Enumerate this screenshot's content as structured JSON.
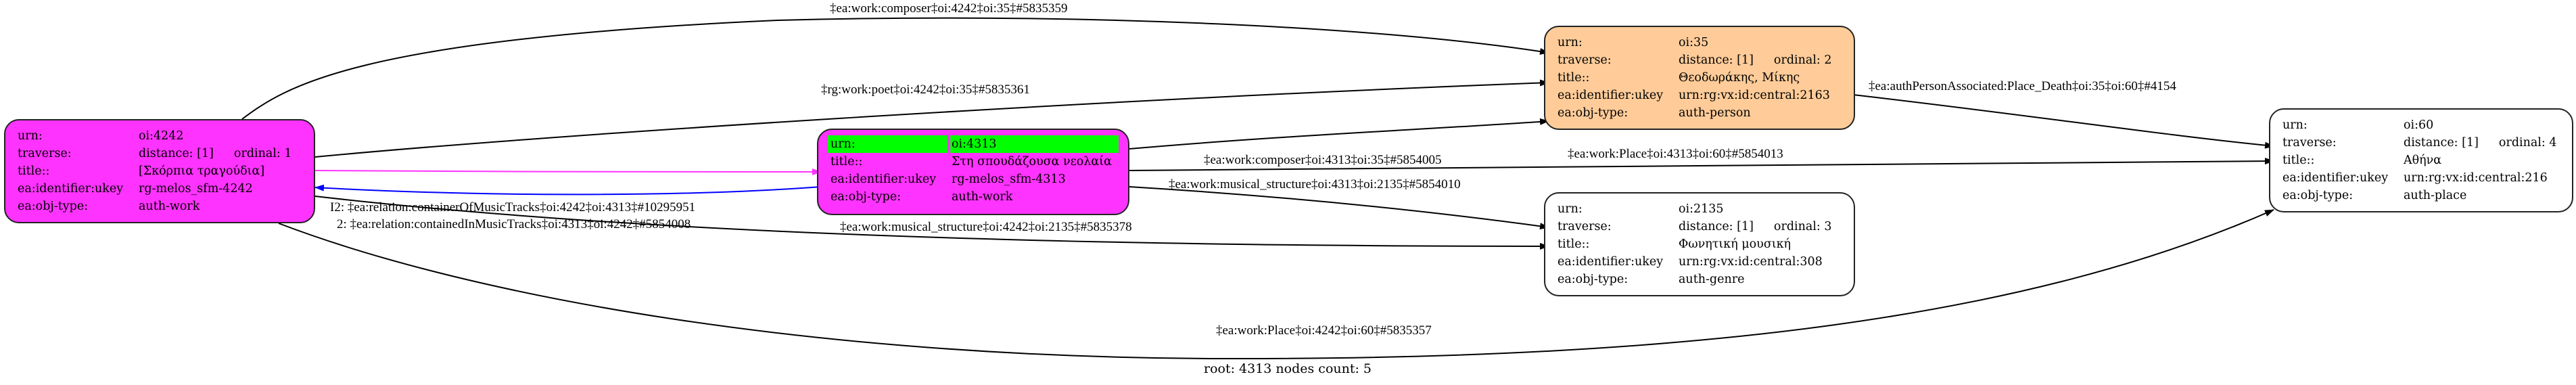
{
  "colors": {
    "work": "#ff33ff",
    "person": "#ffcc99",
    "plain": "#ffffff",
    "root_highlight": "#00ff00",
    "edge_default": "#000000",
    "edge_container": "#ff33ff",
    "edge_contained": "#0000ff"
  },
  "nodes": [
    {
      "id": "oi-4242",
      "rows": [
        {
          "key": "urn:",
          "value": "oi:4242"
        },
        {
          "key": "traverse:",
          "value": "distance: [1]",
          "extra": "ordinal: 1"
        },
        {
          "key": "title::",
          "value": "[Σκόρπια τραγούδια]"
        },
        {
          "key": "ea:identifier:ukey",
          "value": "rg-melos_sfm-4242"
        },
        {
          "key": "ea:obj-type:",
          "value": "auth-work"
        }
      ]
    },
    {
      "id": "oi-4313",
      "rows": [
        {
          "key": "urn:",
          "value": "oi:4313",
          "highlight": true
        },
        {
          "key": "title::",
          "value": "Στη σπουδάζουσα νεολαία"
        },
        {
          "key": "ea:identifier:ukey",
          "value": "rg-melos_sfm-4313"
        },
        {
          "key": "ea:obj-type:",
          "value": "auth-work"
        }
      ]
    },
    {
      "id": "oi-35",
      "rows": [
        {
          "key": "urn:",
          "value": "oi:35"
        },
        {
          "key": "traverse:",
          "value": "distance: [1]",
          "extra": "ordinal: 2"
        },
        {
          "key": "title::",
          "value": "Θεοδωράκης, Μίκης"
        },
        {
          "key": "ea:identifier:ukey",
          "value": "urn:rg:vx:id:central:2163"
        },
        {
          "key": "ea:obj-type:",
          "value": "auth-person"
        }
      ]
    },
    {
      "id": "oi-2135",
      "rows": [
        {
          "key": "urn:",
          "value": "oi:2135"
        },
        {
          "key": "traverse:",
          "value": "distance: [1]",
          "extra": "ordinal: 3"
        },
        {
          "key": "title::",
          "value": "Φωνητική μουσική"
        },
        {
          "key": "ea:identifier:ukey",
          "value": "urn:rg:vx:id:central:308"
        },
        {
          "key": "ea:obj-type:",
          "value": "auth-genre"
        }
      ]
    },
    {
      "id": "oi-60",
      "rows": [
        {
          "key": "urn:",
          "value": "oi:60"
        },
        {
          "key": "traverse:",
          "value": "distance: [1]",
          "extra": "ordinal: 4"
        },
        {
          "key": "title::",
          "value": "Αθήνα"
        },
        {
          "key": "ea:identifier:ukey",
          "value": "urn:rg:vx:id:central:216"
        },
        {
          "key": "ea:obj-type:",
          "value": "auth-place"
        }
      ]
    }
  ],
  "edges": [
    {
      "from": "oi-4242",
      "to": "oi-35",
      "label": "‡ea:work:composer‡oi:4242‡oi:35‡#5835359",
      "color": "edge_default"
    },
    {
      "from": "oi-4242",
      "to": "oi-35",
      "label": "‡rg:work:poet‡oi:4242‡oi:35‡#5835361",
      "color": "edge_default"
    },
    {
      "from": "oi-4313",
      "to": "oi-35",
      "label": "‡ea:work:composer‡oi:4313‡oi:35‡#5854005",
      "color": "edge_default"
    },
    {
      "from": "oi-4242",
      "to": "oi-4313",
      "label": "I2: ‡ea:relation:containerOfMusicTracks‡oi:4242‡oi:4313‡#10295951",
      "color": "edge_container"
    },
    {
      "from": "oi-4313",
      "to": "oi-4242",
      "label": "2: ‡ea:relation:containedInMusicTracks‡oi:4313‡oi:4242‡#5854008",
      "color": "edge_contained"
    },
    {
      "from": "oi-4313",
      "to": "oi-60",
      "label": "‡ea:work:Place‡oi:4313‡oi:60‡#5854013",
      "color": "edge_default"
    },
    {
      "from": "oi-4313",
      "to": "oi-2135",
      "label": "‡ea:work:musical_structure‡oi:4313‡oi:2135‡#5854010",
      "color": "edge_default"
    },
    {
      "from": "oi-4242",
      "to": "oi-2135",
      "label": "‡ea:work:musical_structure‡oi:4242‡oi:2135‡#5835378",
      "color": "edge_default"
    },
    {
      "from": "oi-35",
      "to": "oi-60",
      "label": "‡ea:authPersonAssociated:Place_Death‡oi:35‡oi:60‡#4154",
      "color": "edge_default"
    },
    {
      "from": "oi-4242",
      "to": "oi-60",
      "label": "‡ea:work:Place‡oi:4242‡oi:60‡#5835357",
      "color": "edge_default"
    }
  ],
  "footer": "root: 4313 nodes count: 5"
}
